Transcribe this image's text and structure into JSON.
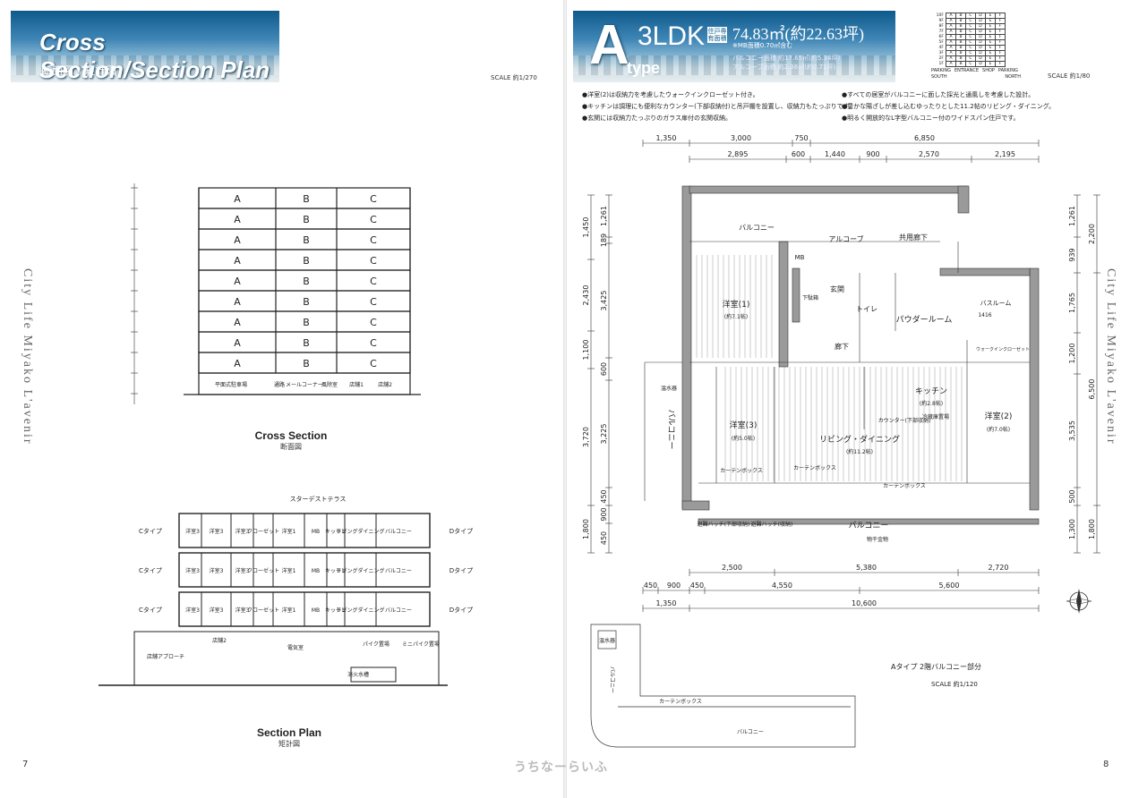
{
  "left_page": {
    "banner_title": "Cross Section/Section Plan",
    "banner_subtitle": "断面図・矩計図",
    "scale": "SCALE 約1/270",
    "side_text": "City Life Miyako L'avenir",
    "page_number": "7",
    "cross_section": {
      "caption_en": "Cross Section",
      "caption_jp": "断面図",
      "units": [
        [
          "A",
          "B",
          "C"
        ],
        [
          "A",
          "B",
          "C"
        ],
        [
          "A",
          "B",
          "C"
        ],
        [
          "A",
          "B",
          "C"
        ],
        [
          "A",
          "B",
          "C"
        ],
        [
          "A",
          "B",
          "C"
        ],
        [
          "A",
          "B",
          "C"
        ],
        [
          "A",
          "B",
          "C"
        ],
        [
          "A",
          "B",
          "C"
        ]
      ],
      "ground_labels": [
        "平面式駐車場",
        "通路",
        "メールコーナー",
        "風除室",
        "店舗1",
        "店舗2"
      ]
    },
    "section_plan": {
      "caption_en": "Section Plan",
      "caption_jp": "矩計図",
      "top_label": "スターデストテラス",
      "floors": [
        {
          "left": "Cタイプ",
          "rooms": [
            "洋室3",
            "洋室3",
            "洋室3",
            "クローゼット",
            "洋室1",
            "MB",
            "キッチン",
            "リビングダイニング",
            "バルコニー"
          ],
          "right": "Dタイプ"
        },
        {
          "left": "Cタイプ",
          "rooms": [
            "洋室3",
            "洋室3",
            "洋室3",
            "クローゼット",
            "洋室1",
            "MB",
            "キッチン",
            "リビングダイニング",
            "バルコニー"
          ],
          "right": "Dタイプ"
        },
        {
          "left": "Cタイプ",
          "rooms": [
            "洋室3",
            "洋室3",
            "洋室3",
            "クローゼット",
            "洋室1",
            "MB",
            "キッチン",
            "リビングダイニング",
            "バルコニー"
          ],
          "right": "Dタイプ"
        }
      ],
      "ground": [
        "店舗アプローチ",
        "店舗2",
        "電気室",
        "パイク置場",
        "ミニパイク置場",
        "消火水槽"
      ]
    }
  },
  "right_page": {
    "type_letter": "A",
    "type_word": "type",
    "layout": "3LDK",
    "area_tag": "住戸専有面積",
    "area": "74.83㎡(約22.63坪)",
    "area_sub": "※MB面積0.70㎡含む",
    "stats": [
      "バルコニー面積 約17.65㎡(約5.34坪)",
      "アルコーブ面積 約2.36㎡(約0.71坪)"
    ],
    "scale": "SCALE 約1/80",
    "side_text": "City Life Miyako L'avenir",
    "page_number": "8",
    "notes_left": [
      "●洋室(2)は収納力を考慮したウォークインクローゼット付き。",
      "●キッチンは調理にも便利なカウンター(下部収納付)と吊戸棚を設置し、収納力もたっぷりです。",
      "●玄関には収納力たっぷりのガラス扉付の玄関収納。"
    ],
    "notes_right": [
      "●すべての居室がバルコニーに面した採光と通風しを考慮した設計。",
      "●豊かな陽ざしが差し込むゆったりとした11.2帖のリビング・ダイニング。",
      "●明るく開放的なL字型バルコニー付のワイドスパン住戸です。"
    ],
    "dims_top_1": [
      "1,350",
      "3,000",
      "750",
      "6,850"
    ],
    "dims_top_2": [
      "2,895",
      "600",
      "1,440",
      "900",
      "2,570",
      "2,195"
    ],
    "dims_bottom_1": [
      "2,500",
      "5,380",
      "2,720"
    ],
    "dims_bottom_2": [
      "450",
      "900",
      "450",
      "4,550",
      "5,600"
    ],
    "dims_bottom_3": [
      "1,350",
      "10,600"
    ],
    "dims_left": [
      "1,450",
      "2,430",
      "1,100",
      "3,720",
      "1,800"
    ],
    "dims_left_2": [
      "1,261",
      "189",
      "3,425",
      "600",
      "3,225",
      "450",
      "900",
      "450"
    ],
    "dims_right": [
      "2,200",
      "6,500",
      "1,800"
    ],
    "dims_right_2": [
      "1,261",
      "939",
      "1,765",
      "1,200",
      "3,535",
      "500",
      "1,300"
    ],
    "rooms": {
      "balcony_top": "バルコニー",
      "alcove": "アルコーブ",
      "common_corridor": "共用廊下",
      "mb": "MB",
      "western1": "洋室(1)",
      "western1_size": "(約7.1帖)",
      "entrance": "玄関",
      "shoebox": "下駄箱",
      "toilet": "トイレ",
      "powder": "パウダールーム",
      "bath": "バスルーム",
      "bath_size": "1416",
      "hall": "廊下",
      "kitchen": "キッチン",
      "kitchen_size": "(約2.8帖)",
      "fridge": "冷蔵庫置場",
      "counter": "カウンター(下部収納)",
      "western3": "洋室(3)",
      "western3_size": "(約5.0帖)",
      "living": "リビング・ダイニング",
      "living_size": "(約11.2帖)",
      "western2": "洋室(2)",
      "western2_size": "(約7.0帖)",
      "water_heater": "温水器",
      "balcony_left": "バルコニー",
      "balcony_bottom": "バルコニー",
      "curtain_box": "カーテンボックス",
      "hatch1": "避難ハッチ(下部収納)",
      "hatch2": "避難ハッチ(収納)",
      "laundry": "物干金物",
      "wic": "ウォークインクローゼット"
    },
    "inset_caption": "Aタイプ 2階バルコニー部分",
    "inset_scale": "SCALE 約1/120",
    "inset_labels": [
      "温水器",
      "バルコニー",
      "バルコニー",
      "カーテンボックス"
    ]
  },
  "keyplan": {
    "floors": [
      "10F",
      "9F",
      "8F",
      "7F",
      "6F",
      "5F",
      "4F",
      "3F",
      "2F",
      "1F"
    ],
    "cols": [
      "A",
      "B",
      "C",
      "D",
      "E",
      "F"
    ],
    "footer": [
      "PARKING",
      "ENTRANCE",
      "SHOP",
      "PARKING"
    ],
    "directions": [
      "SOUTH",
      "NORTH"
    ]
  },
  "watermark": "うちなーらいふ"
}
